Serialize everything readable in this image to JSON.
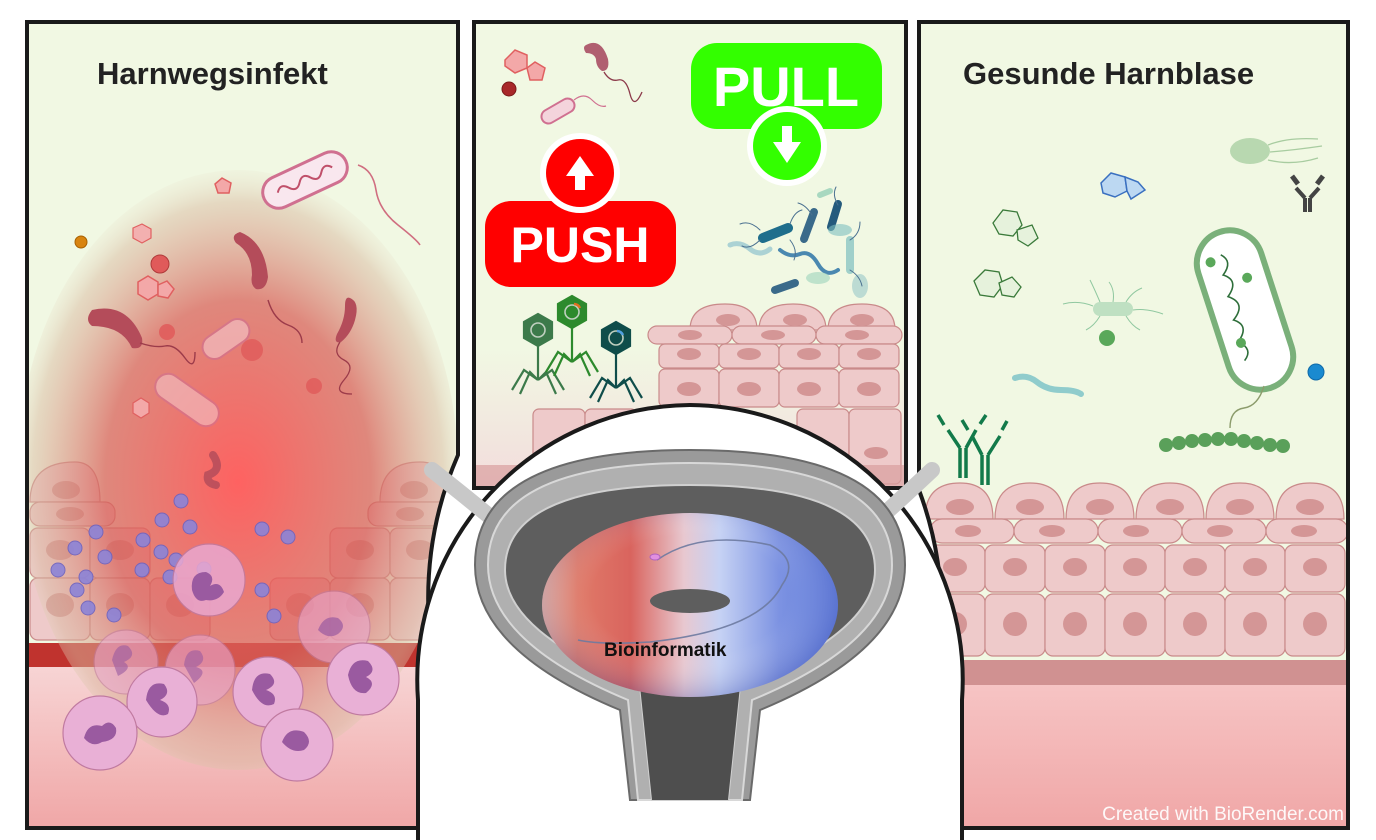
{
  "figure": {
    "panels": [
      {
        "id": "left",
        "title": "Harnwegsinfekt"
      },
      {
        "id": "middle",
        "push_label": "PUSH",
        "pull_label": "PULL"
      },
      {
        "id": "right",
        "title": "Gesunde Harnblase"
      }
    ],
    "center_label": "Bioinformatik",
    "credit": "Created with BioRender.com"
  },
  "colors": {
    "panel_background": "#f1f8e3",
    "border": "#1a1a1a",
    "push_red": "#ff0000",
    "pull_green": "#33ff00",
    "inflammation_red": "#ff5a5a",
    "epithelium_pink": "#eecaca",
    "nucleus": "#d49696",
    "basal_band_left": "#c0332e",
    "basal_band_right": "#d09191",
    "tissue_bottom": "#f2aaaa",
    "bladder_gray": "#6e6e6e",
    "torus_red": "#d9645e",
    "torus_blue": "#5a76d8"
  }
}
